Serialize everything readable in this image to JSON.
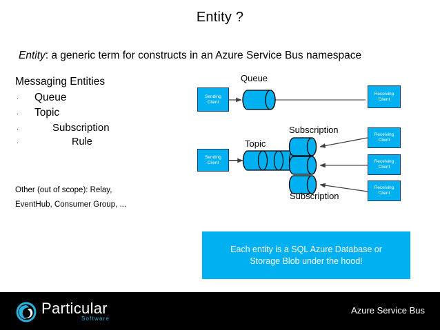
{
  "slide": {
    "title": "Entity ?",
    "subtitle_emphasis": "Entity",
    "subtitle_rest": ": a generic term for constructs in an Azure Service Bus namespace"
  },
  "outline": {
    "heading": "Messaging Entities",
    "items": [
      {
        "label": "Queue",
        "level": 1,
        "bullet": "·"
      },
      {
        "label": "Topic",
        "level": 1,
        "bullet": "·"
      },
      {
        "label": "Subscription",
        "level": 2,
        "bullet": "·"
      },
      {
        "label": "Rule",
        "level": 3,
        "bullet": "·"
      }
    ],
    "footnote_line1": "Other (out of scope): Relay,",
    "footnote_line2": "EventHub, Consumer Group, ..."
  },
  "diagram": {
    "queue_label": "Queue",
    "topic_label": "Topic",
    "subscription_label_top": "Subscription",
    "subscription_label_bottom": "Subscription",
    "sending_client_queue": {
      "line1": "Sending",
      "line2": "Client"
    },
    "receiving_client_queue": {
      "line1": "Receiving",
      "line2": "Client"
    },
    "sending_client_topic": {
      "line1": "Sending",
      "line2": "Client"
    },
    "receiving_clients_topic": [
      {
        "line1": "Receiving",
        "line2": "Client"
      },
      {
        "line1": "Receiving",
        "line2": "Client"
      },
      {
        "line1": "Receiving",
        "line2": "Client"
      }
    ],
    "colors": {
      "entity_fill": "#00b0f0",
      "entity_stroke": "#000000",
      "box_fill": "#00b0f0",
      "box_stroke": "#1f3864",
      "arrow": "#404040"
    }
  },
  "callout": {
    "line1": "Each entity is a SQL Azure Database or",
    "line2": "Storage Blob under the hood!",
    "background": "#00b0f0"
  },
  "footer": {
    "brand": "Particular",
    "brand_sub": "Software",
    "right_text": "Azure Service Bus",
    "background": "#000000",
    "accent": "#2bb3e0"
  }
}
